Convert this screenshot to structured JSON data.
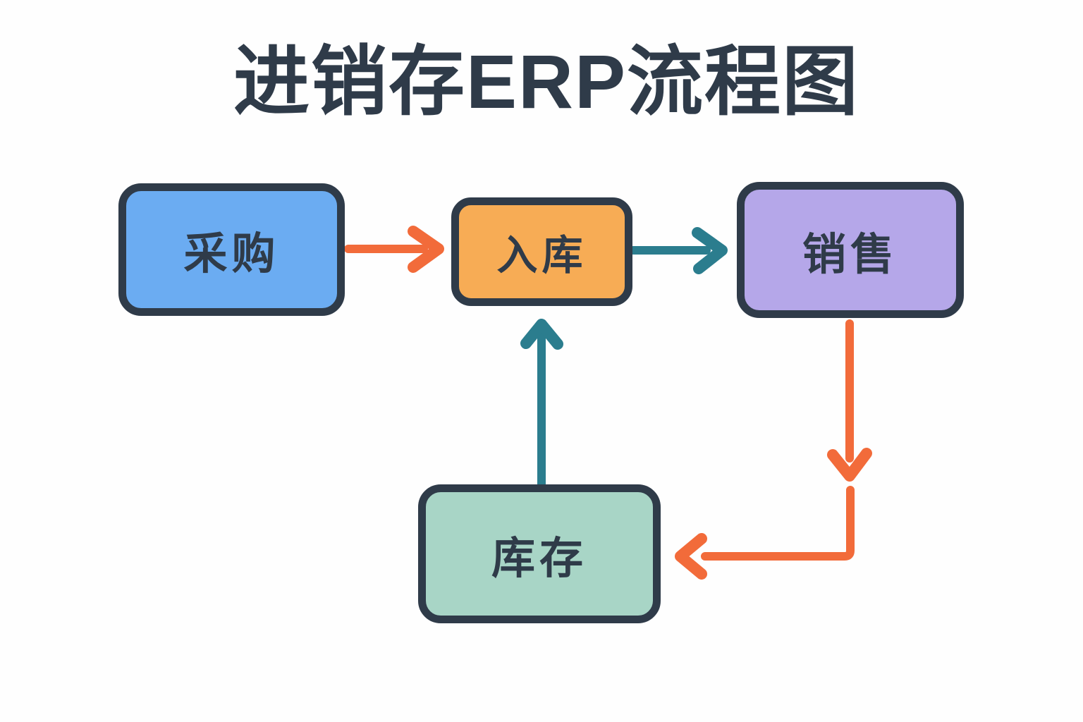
{
  "title": "进销存ERP流程图",
  "colors": {
    "background": "#fefefe",
    "ink": "#2f3b49",
    "arrow_orange": "#f26b3a",
    "arrow_teal": "#2b7d8e",
    "box_blue": "#6bacf2",
    "box_orange": "#f7ac55",
    "box_purple": "#b5a7e9",
    "box_green": "#a8d5c6"
  },
  "nodes": [
    {
      "id": "purchase",
      "label": "采购",
      "color_key": "box_blue"
    },
    {
      "id": "inbound",
      "label": "入库",
      "color_key": "box_orange"
    },
    {
      "id": "sales",
      "label": "销售",
      "color_key": "box_purple"
    },
    {
      "id": "inventory",
      "label": "库存",
      "color_key": "box_green"
    }
  ],
  "edges": [
    {
      "from": "采购",
      "to": "入库",
      "color_key": "arrow_orange",
      "shape": "straight-right"
    },
    {
      "from": "入库",
      "to": "销售",
      "color_key": "arrow_teal",
      "shape": "straight-right"
    },
    {
      "from": "销售",
      "to": "库存",
      "color_key": "arrow_orange",
      "shape": "down-arrow-then-elbow-left"
    },
    {
      "from": "库存",
      "to": "入库",
      "color_key": "arrow_teal",
      "shape": "straight-up"
    }
  ]
}
